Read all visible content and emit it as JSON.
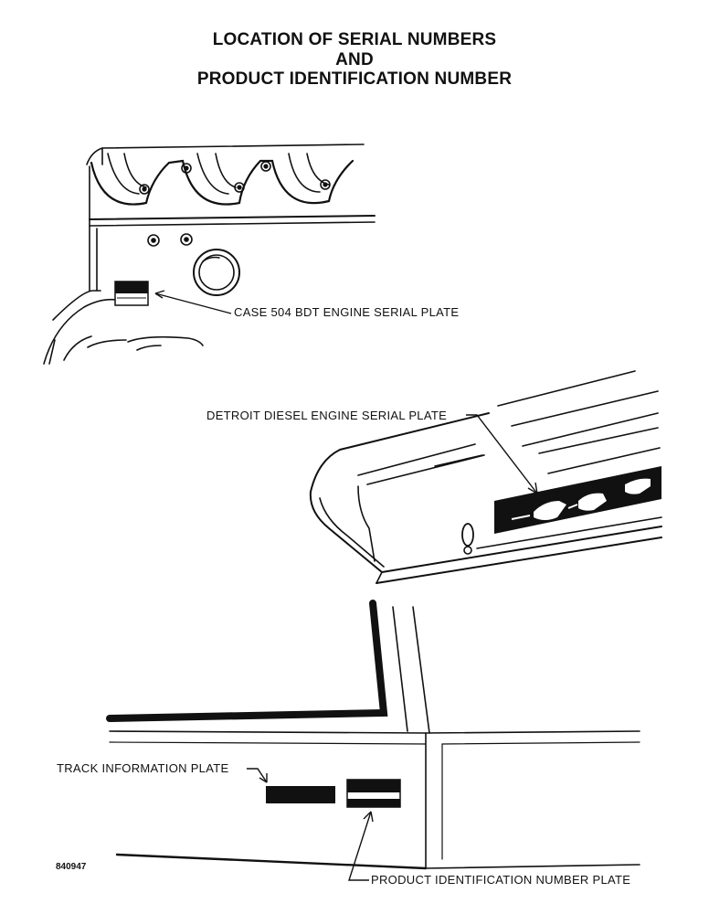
{
  "title": {
    "line1": "LOCATION OF SERIAL NUMBERS",
    "line2": "AND",
    "line3": "PRODUCT IDENTIFICATION NUMBER"
  },
  "figures": {
    "case_engine": {
      "label": "CASE 504 BDT ENGINE SERIAL PLATE"
    },
    "detroit_engine": {
      "label": "DETROIT DIESEL ENGINE SERIAL PLATE"
    },
    "frame": {
      "track_label": "TRACK INFORMATION PLATE",
      "pin_label": "PRODUCT IDENTIFICATION NUMBER PLATE"
    }
  },
  "figure_code": "840947"
}
